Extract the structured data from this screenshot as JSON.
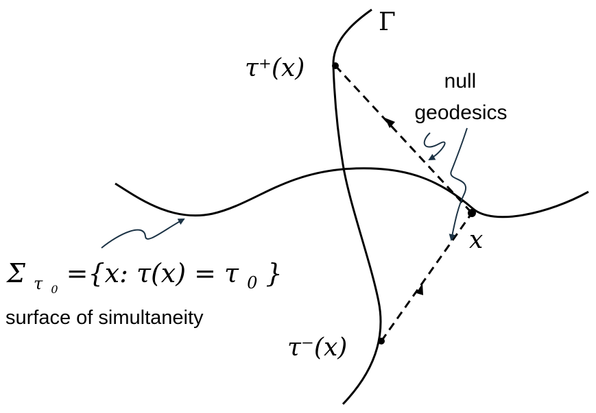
{
  "labels": {
    "gamma": "Γ",
    "tau_plus": "τ⁺(x)",
    "tau_minus": "τ⁻(x)",
    "point_x": "x",
    "null_1": "null",
    "null_2": "geodesics",
    "sigma": "Σ",
    "sigma_sub": "τ",
    "sigma_subsub": "0",
    "sigma_eq": "={x: τ(x) = τ",
    "sigma_eq_sub": "0",
    "sigma_close": "}",
    "surface": "surface of simultaneity"
  },
  "colors": {
    "curve": "#000000",
    "arrow": "#1c3345"
  }
}
